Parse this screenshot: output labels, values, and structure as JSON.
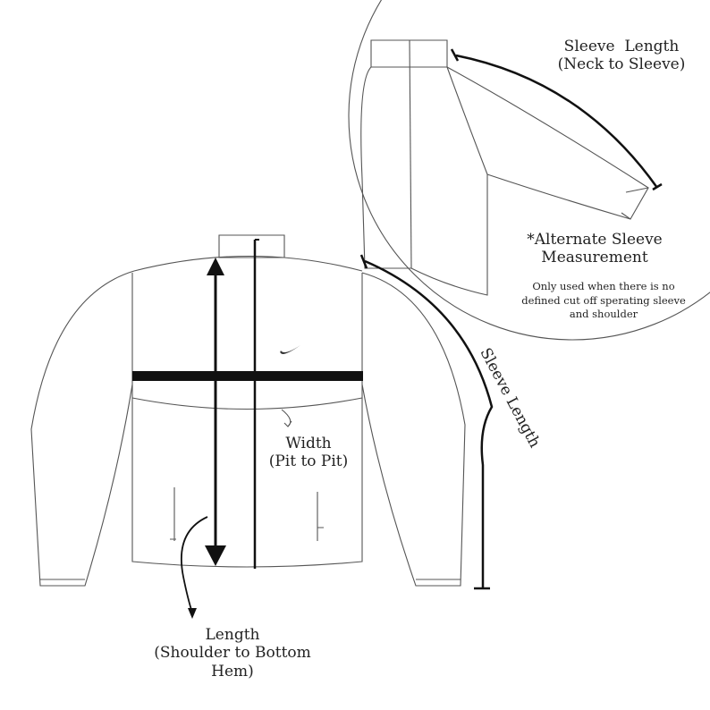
{
  "labels": {
    "sleeve_length_inset": [
      "Sleeve  Length",
      "(Neck to Sleeve)"
    ],
    "alternate_title": [
      "*Alternate Sleeve",
      "Measurement"
    ],
    "alternate_note": [
      "Only used when there is no",
      "defined cut off sperating sleeve",
      "and shoulder"
    ],
    "sleeve_length_main": "Sleeve Length",
    "width": [
      "Width",
      "(Pit to Pit)"
    ],
    "length": [
      "Length",
      "(Shoulder to Bottom",
      "Hem)"
    ]
  },
  "colors": {
    "line": "#555555",
    "measure": "#111111",
    "background": "#ffffff"
  }
}
